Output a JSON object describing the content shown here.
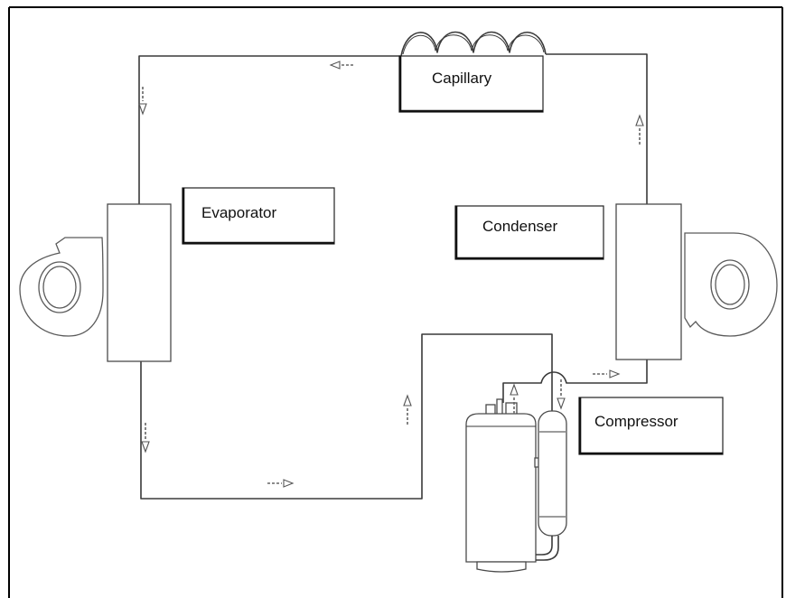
{
  "labels": {
    "capillary": "Capillary",
    "evaporator": "Evaporator",
    "condenser": "Condenser",
    "compressor": "Compressor"
  },
  "colors": {
    "background": "#ffffff",
    "line": "#3a3a3a",
    "frame": "#000000"
  },
  "icons": [
    "flow-arrow-icon",
    "fan-icon",
    "compressor-icon"
  ]
}
